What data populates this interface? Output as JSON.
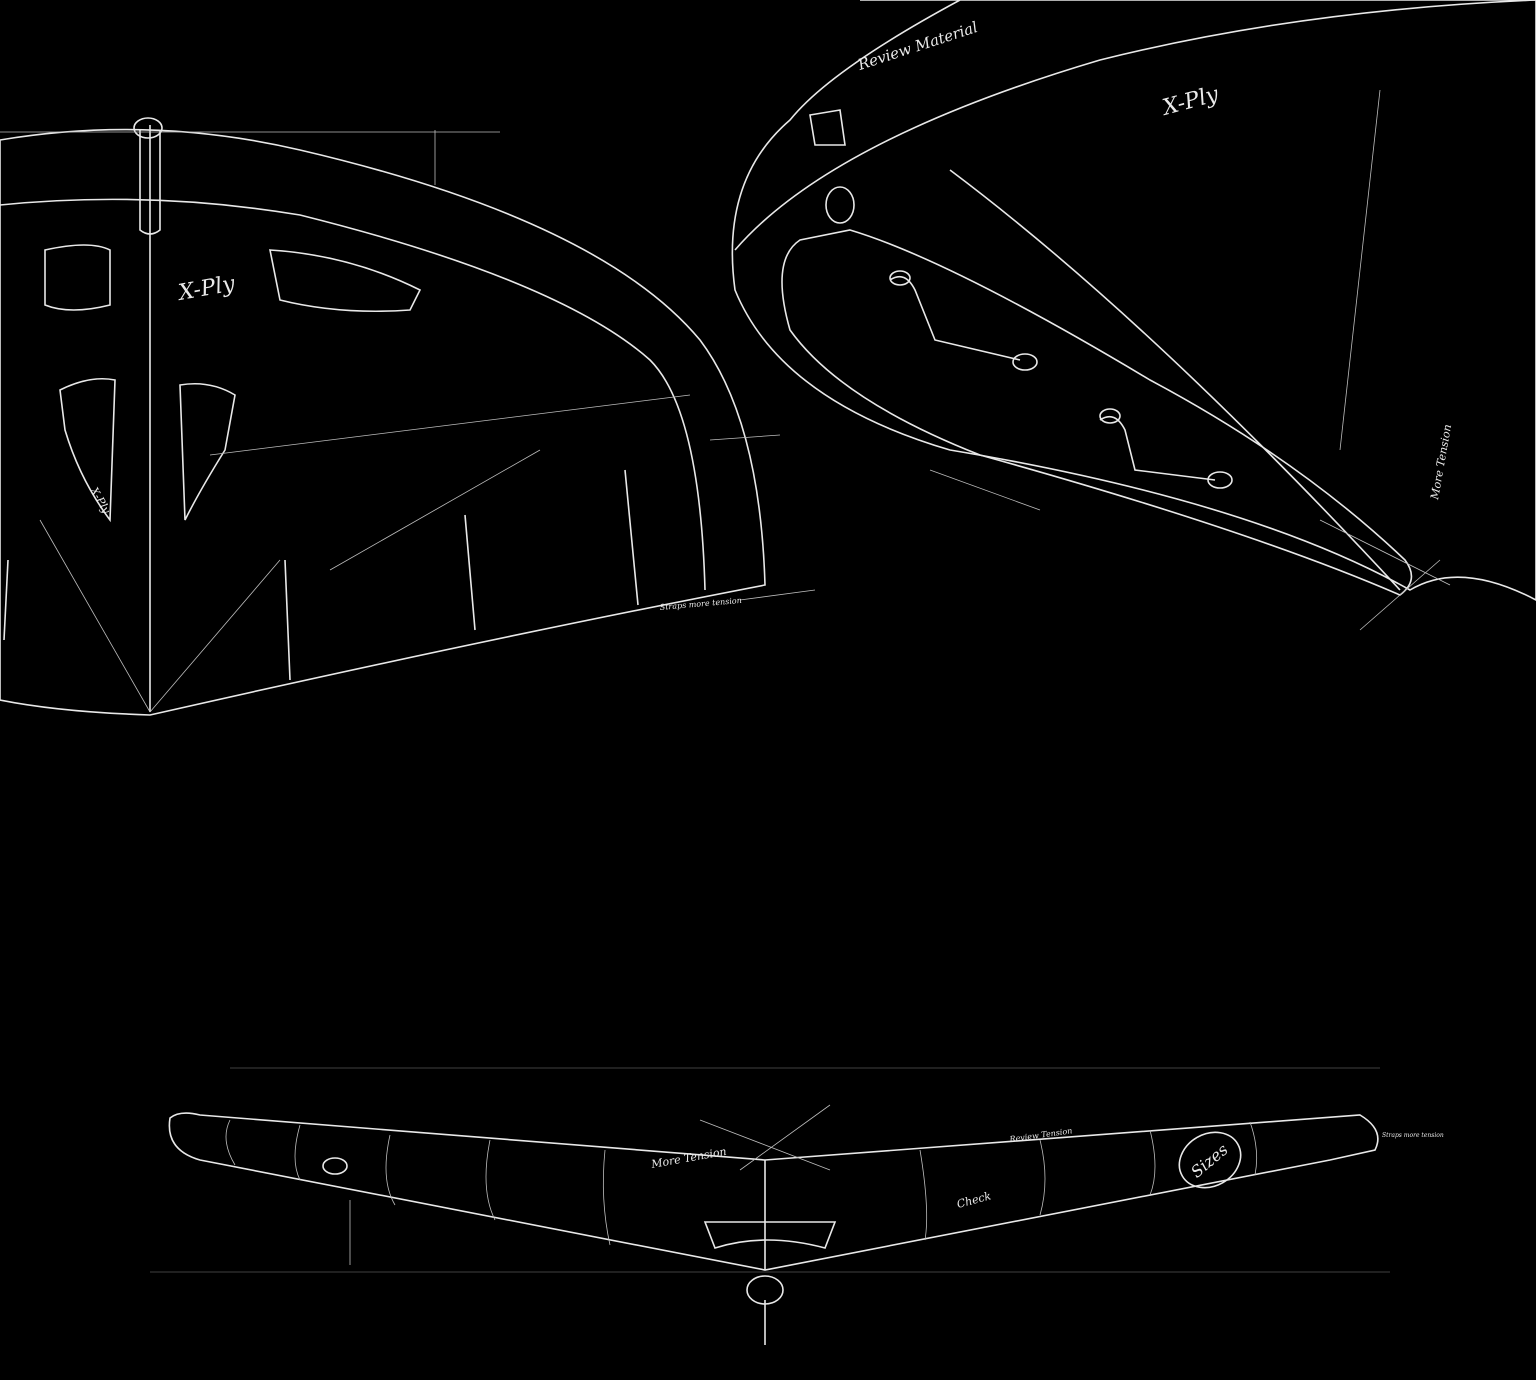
{
  "colors": {
    "background": "#000000",
    "line": "#e8e8e8",
    "mesh": "#5a5a5a"
  },
  "sketches": {
    "front_view": {
      "annotations": [
        "X-Ply",
        "X-Ply",
        "Straps more tension"
      ]
    },
    "perspective_view": {
      "annotations": [
        "Review Material",
        "X-Ply",
        "More Tension"
      ]
    },
    "side_view": {
      "annotations": [
        "More Tension",
        "Review Tension",
        "Check",
        "Sizes",
        "Straps more tension"
      ]
    }
  }
}
